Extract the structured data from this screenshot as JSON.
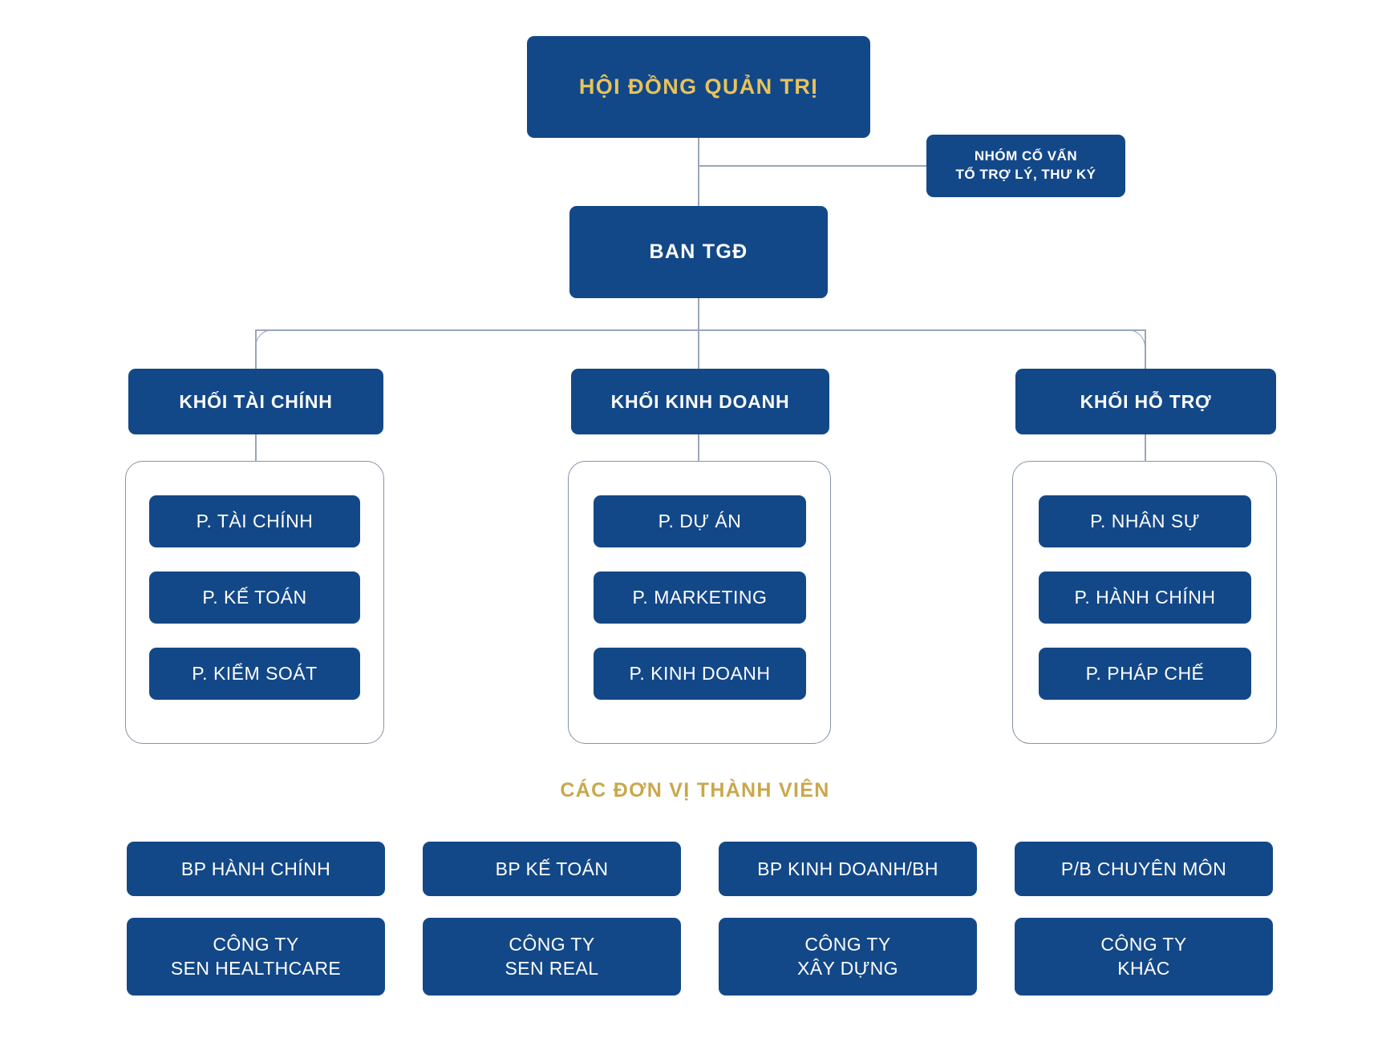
{
  "org_chart": {
    "board": {
      "label": "HỘI ĐỒNG QUẢN TRỊ"
    },
    "advisor": {
      "line1": "NHÓM CỐ VẤN",
      "line2": "TỔ TRỢ LÝ, THƯ KÝ"
    },
    "executive": {
      "label": "BAN TGĐ"
    },
    "divisions": [
      {
        "label": "KHỐI TÀI CHÍNH",
        "departments": [
          "P. TÀI CHÍNH",
          "P. KẾ TOÁN",
          "P. KIỂM SOÁT"
        ]
      },
      {
        "label": "KHỐI KINH DOANH",
        "departments": [
          "P. DỰ ÁN",
          "P. MARKETING",
          "P. KINH DOANH"
        ]
      },
      {
        "label": "KHỐI HỖ TRỢ",
        "departments": [
          "P. NHÂN SỰ",
          "P. HÀNH CHÍNH",
          "P. PHÁP CHẾ"
        ]
      }
    ],
    "members_heading": "CÁC ĐƠN VỊ THÀNH VIÊN",
    "member_units": [
      {
        "unit": "BP HÀNH CHÍNH",
        "company_line1": "CÔNG TY",
        "company_line2": "SEN HEALTHCARE"
      },
      {
        "unit": "BP KẾ TOÁN",
        "company_line1": "CÔNG TY",
        "company_line2": "SEN REAL"
      },
      {
        "unit": "BP KINH DOANH/BH",
        "company_line1": "CÔNG TY",
        "company_line2": "XÂY DỰNG"
      },
      {
        "unit": "P/B CHUYÊN MÔN",
        "company_line1": "CÔNG TY",
        "company_line2": "KHÁC"
      }
    ]
  },
  "colors": {
    "node_blue": "#134888",
    "gold_text": "#e8c35a",
    "heading_gold": "#c9a84c",
    "connector": "#9aa6b8",
    "frame_border": "#8793a8",
    "background": "#ffffff"
  }
}
